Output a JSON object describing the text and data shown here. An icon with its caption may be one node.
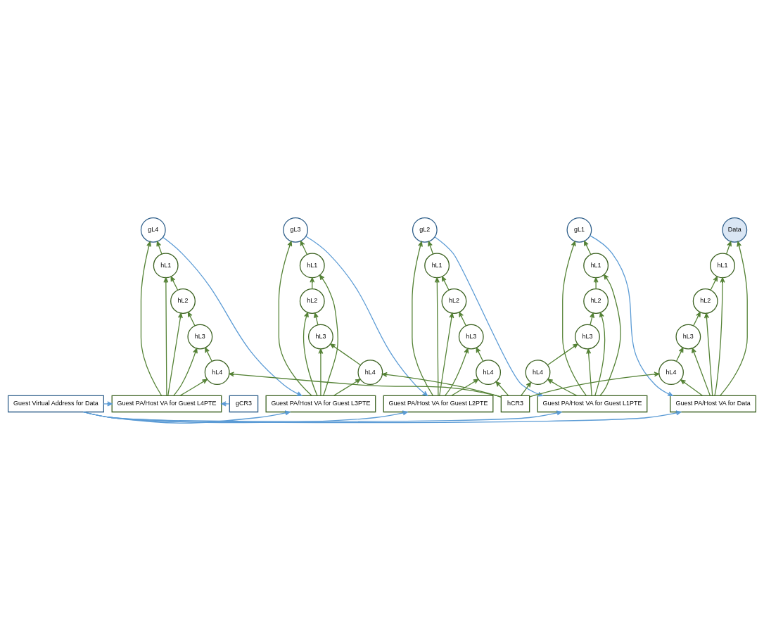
{
  "diagram": {
    "nodes": [
      {
        "text": [
          "Guest Virtual Address for Data"
        ]
      },
      {
        "text": [
          "gCR3"
        ]
      },
      {
        "text": [
          "Guest PA/Host VA for Guest L4PTE"
        ]
      },
      {
        "text": [
          "gL4"
        ]
      },
      {
        "text": [
          "hL1"
        ]
      },
      {
        "text": [
          "hL2"
        ]
      },
      {
        "text": [
          "hL3"
        ]
      },
      {
        "text": [
          "hL4"
        ]
      },
      {
        "text": [
          "Guest PA/Host VA for Guest L3PTE"
        ]
      },
      {
        "text": [
          "gL3"
        ]
      },
      {
        "text": [
          "hL1"
        ]
      },
      {
        "text": [
          "hL2"
        ]
      },
      {
        "text": [
          "hL3"
        ]
      },
      {
        "text": [
          "hL4"
        ]
      },
      {
        "text": [
          "Guest PA/Host VA for Guest L2PTE"
        ]
      },
      {
        "text": [
          "gL2"
        ]
      },
      {
        "text": [
          "hL1"
        ]
      },
      {
        "text": [
          "hL2"
        ]
      },
      {
        "text": [
          "hL3"
        ]
      },
      {
        "text": [
          "hL4"
        ]
      },
      {
        "text": [
          "Guest PA/Host VA for Guest L1PTE"
        ]
      },
      {
        "text": [
          "gL1"
        ]
      },
      {
        "text": [
          "hL1"
        ]
      },
      {
        "text": [
          "hL2"
        ]
      },
      {
        "text": [
          "hL3"
        ]
      },
      {
        "text": [
          "hL4"
        ]
      },
      {
        "text": [
          "Guest PA/Host VA for Data"
        ]
      },
      {
        "text": [
          "Data"
        ]
      },
      {
        "text": [
          "hL1"
        ]
      },
      {
        "text": [
          "hL2"
        ]
      },
      {
        "text": [
          "hL3"
        ]
      },
      {
        "text": [
          "hL4"
        ]
      },
      {
        "text": [
          "hCR3"
        ]
      }
    ],
    "edges": [
      {
        "from": 0,
        "to": 2,
        "arrow": "to",
        "color": "#5b9bd5"
      },
      {
        "from": 1,
        "to": 2,
        "arrow": "to",
        "color": "#5b9bd5"
      },
      {
        "from": 0,
        "to": 8,
        "arrow": "to",
        "color": "#5b9bd5"
      },
      {
        "from": 3,
        "to": 8,
        "arrow": "to",
        "color": "#5b9bd5"
      },
      {
        "from": 0,
        "to": 14,
        "arrow": "to",
        "color": "#5b9bd5"
      },
      {
        "from": 9,
        "to": 14,
        "arrow": "to",
        "color": "#5b9bd5"
      },
      {
        "from": 0,
        "to": 20,
        "arrow": "to",
        "color": "#5b9bd5"
      },
      {
        "from": 15,
        "to": 20,
        "arrow": "to",
        "color": "#5b9bd5"
      },
      {
        "from": 0,
        "to": 26,
        "arrow": "to",
        "color": "#5b9bd5"
      },
      {
        "from": 21,
        "to": 26,
        "arrow": "to",
        "color": "#5b9bd5"
      },
      {
        "from": 2,
        "to": 7,
        "arrow": "to"
      },
      {
        "from": 32,
        "to": 7,
        "arrow": "to"
      },
      {
        "from": 7,
        "to": 6,
        "arrow": "to"
      },
      {
        "from": 2,
        "to": 6,
        "arrow": "to"
      },
      {
        "from": 6,
        "to": 5,
        "arrow": "to"
      },
      {
        "from": 2,
        "to": 5,
        "arrow": "to"
      },
      {
        "from": 5,
        "to": 4,
        "arrow": "to"
      },
      {
        "from": 2,
        "to": 4,
        "arrow": "to"
      },
      {
        "from": 4,
        "to": 3,
        "arrow": "to"
      },
      {
        "from": 2,
        "to": 3,
        "arrow": "to"
      },
      {
        "from": 8,
        "to": 13,
        "arrow": "to"
      },
      {
        "from": 32,
        "to": 13,
        "arrow": "to"
      },
      {
        "from": 13,
        "to": 12,
        "arrow": "to"
      },
      {
        "from": 8,
        "to": 12,
        "arrow": "to"
      },
      {
        "from": 12,
        "to": 11,
        "arrow": "to"
      },
      {
        "from": 8,
        "to": 11,
        "arrow": "to"
      },
      {
        "from": 11,
        "to": 10,
        "arrow": "to"
      },
      {
        "from": 8,
        "to": 10,
        "arrow": "to"
      },
      {
        "from": 10,
        "to": 9,
        "arrow": "to"
      },
      {
        "from": 8,
        "to": 9,
        "arrow": "to"
      },
      {
        "from": 14,
        "to": 19,
        "arrow": "to"
      },
      {
        "from": 32,
        "to": 19,
        "arrow": "to"
      },
      {
        "from": 19,
        "to": 18,
        "arrow": "to"
      },
      {
        "from": 14,
        "to": 18,
        "arrow": "to"
      },
      {
        "from": 18,
        "to": 17,
        "arrow": "to"
      },
      {
        "from": 14,
        "to": 17,
        "arrow": "to"
      },
      {
        "from": 17,
        "to": 16,
        "arrow": "to"
      },
      {
        "from": 14,
        "to": 16,
        "arrow": "to"
      },
      {
        "from": 16,
        "to": 15,
        "arrow": "to"
      },
      {
        "from": 14,
        "to": 15,
        "arrow": "to"
      },
      {
        "from": 20,
        "to": 25,
        "arrow": "to"
      },
      {
        "from": 32,
        "to": 25,
        "arrow": "to"
      },
      {
        "from": 25,
        "to": 24,
        "arrow": "to"
      },
      {
        "from": 20,
        "to": 24,
        "arrow": "to"
      },
      {
        "from": 24,
        "to": 23,
        "arrow": "to"
      },
      {
        "from": 20,
        "to": 23,
        "arrow": "to"
      },
      {
        "from": 23,
        "to": 22,
        "arrow": "to"
      },
      {
        "from": 20,
        "to": 22,
        "arrow": "to"
      },
      {
        "from": 22,
        "to": 21,
        "arrow": "to"
      },
      {
        "from": 20,
        "to": 21,
        "arrow": "to"
      },
      {
        "from": 26,
        "to": 31,
        "arrow": "to"
      },
      {
        "from": 32,
        "to": 31,
        "arrow": "to"
      },
      {
        "from": 31,
        "to": 30,
        "arrow": "to"
      },
      {
        "from": 26,
        "to": 30,
        "arrow": "to"
      },
      {
        "from": 30,
        "to": 29,
        "arrow": "to"
      },
      {
        "from": 26,
        "to": 29,
        "arrow": "to"
      },
      {
        "from": 29,
        "to": 28,
        "arrow": "to"
      },
      {
        "from": 26,
        "to": 28,
        "arrow": "to"
      },
      {
        "from": 28,
        "to": 27,
        "arrow": "to"
      },
      {
        "from": 26,
        "to": 27,
        "arrow": "to"
      }
    ]
  }
}
